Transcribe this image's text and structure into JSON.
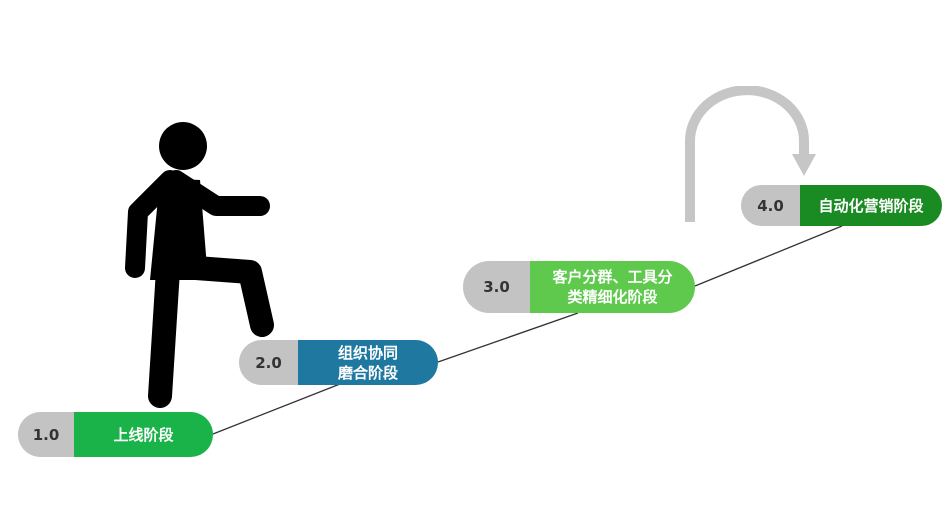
{
  "stages": [
    {
      "number": "1.0",
      "label": "上线阶段",
      "color": "#1ab34a"
    },
    {
      "number": "2.0",
      "label": "组织协同\n磨合阶段",
      "color": "#1f78a0"
    },
    {
      "number": "3.0",
      "label": "客户分群、工具分\n类精细化阶段",
      "color": "#5ec94c"
    },
    {
      "number": "4.0",
      "label": "自动化营销阶段",
      "color": "#1a8a22"
    }
  ],
  "icons": {
    "walker": "person-climbing-stairs-icon",
    "loop": "loop-arrow-icon"
  }
}
